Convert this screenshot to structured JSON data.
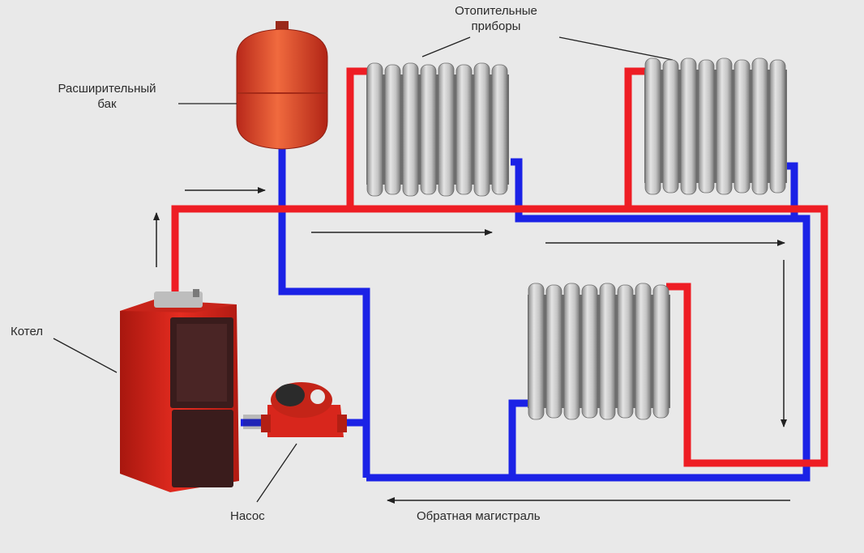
{
  "labels": {
    "heaters_line1": "Отопительные",
    "heaters_line2": "приборы",
    "tank_line1": "Расширительный",
    "tank_line2": "бак",
    "boiler": "Котел",
    "pump": "Насос",
    "return_line": "Обратная магистраль"
  },
  "colors": {
    "supply": "#ee1d24",
    "return": "#1b22e6",
    "background": "#e9e9e9",
    "radiator": "#c9c9c9",
    "boiler": "#d8261c",
    "tank": "#dd3b22",
    "arrow": "#222222"
  },
  "icons": [
    "expansion-tank-icon",
    "radiator-icon",
    "boiler-icon",
    "pump-icon",
    "flow-arrow-icon"
  ]
}
